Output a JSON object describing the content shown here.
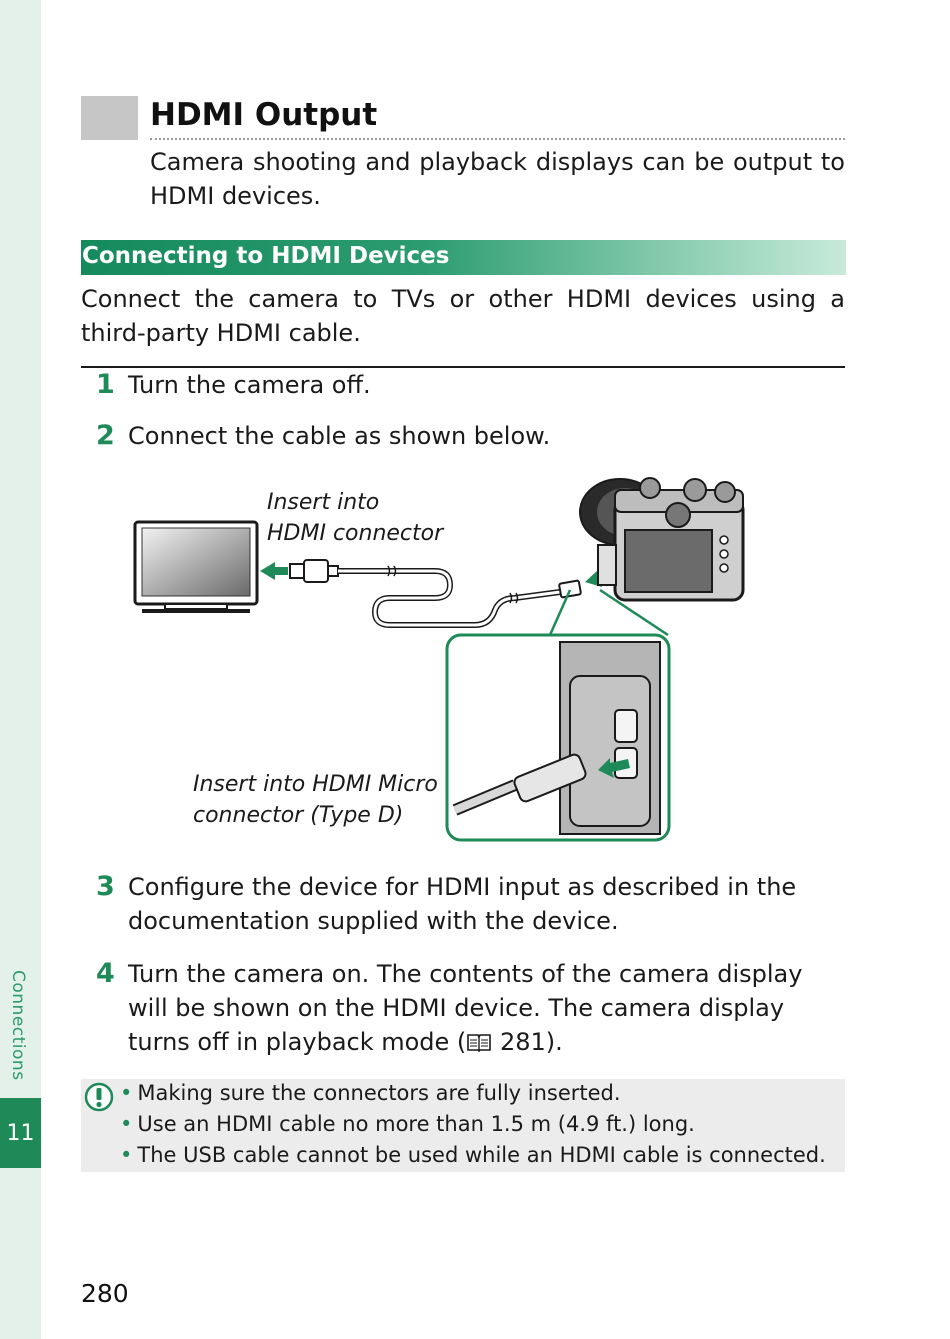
{
  "sidebar": {
    "section_label": "Connections",
    "chapter_number": "11"
  },
  "header": {
    "title": "HDMI Output",
    "intro": "Camera shooting and playback displays can be output to HDMI devices."
  },
  "section": {
    "title": "Connecting to HDMI Devices",
    "intro": "Connect the camera to TVs or other HDMI devices using a third-party HDMI cable."
  },
  "steps": [
    {
      "number": "1",
      "text": "Turn the camera off."
    },
    {
      "number": "2",
      "text": "Connect the cable as shown below."
    },
    {
      "number": "3",
      "text": "Configure the device for HDMI input as described in the documentation supplied with the device."
    },
    {
      "number": "4",
      "text_before_ref": "Turn the camera on. The contents of the camera display will be shown on the HDMI device. The camera display turns off in playback mode (",
      "ref_page": "281",
      "text_after_ref": ")."
    }
  ],
  "figure": {
    "caption_top_line1": "Insert into",
    "caption_top_line2": "HDMI connector",
    "caption_bottom_line1": "Insert into HDMI Micro",
    "caption_bottom_line2": "connector (Type D)"
  },
  "notes": [
    "Making sure the connectors are fully inserted.",
    "Use an HDMI cable no more than 1.5 m (4.9 ft.) long.",
    "The USB cable cannot be used while an HDMI cable is connected."
  ],
  "icons": {
    "note": "caution-icon",
    "reference": "book-icon"
  },
  "colors": {
    "accent_green": "#1e8a57",
    "side_strip": "#e3f1ea",
    "note_background": "#ececec"
  },
  "footer": {
    "page_number": "280"
  }
}
